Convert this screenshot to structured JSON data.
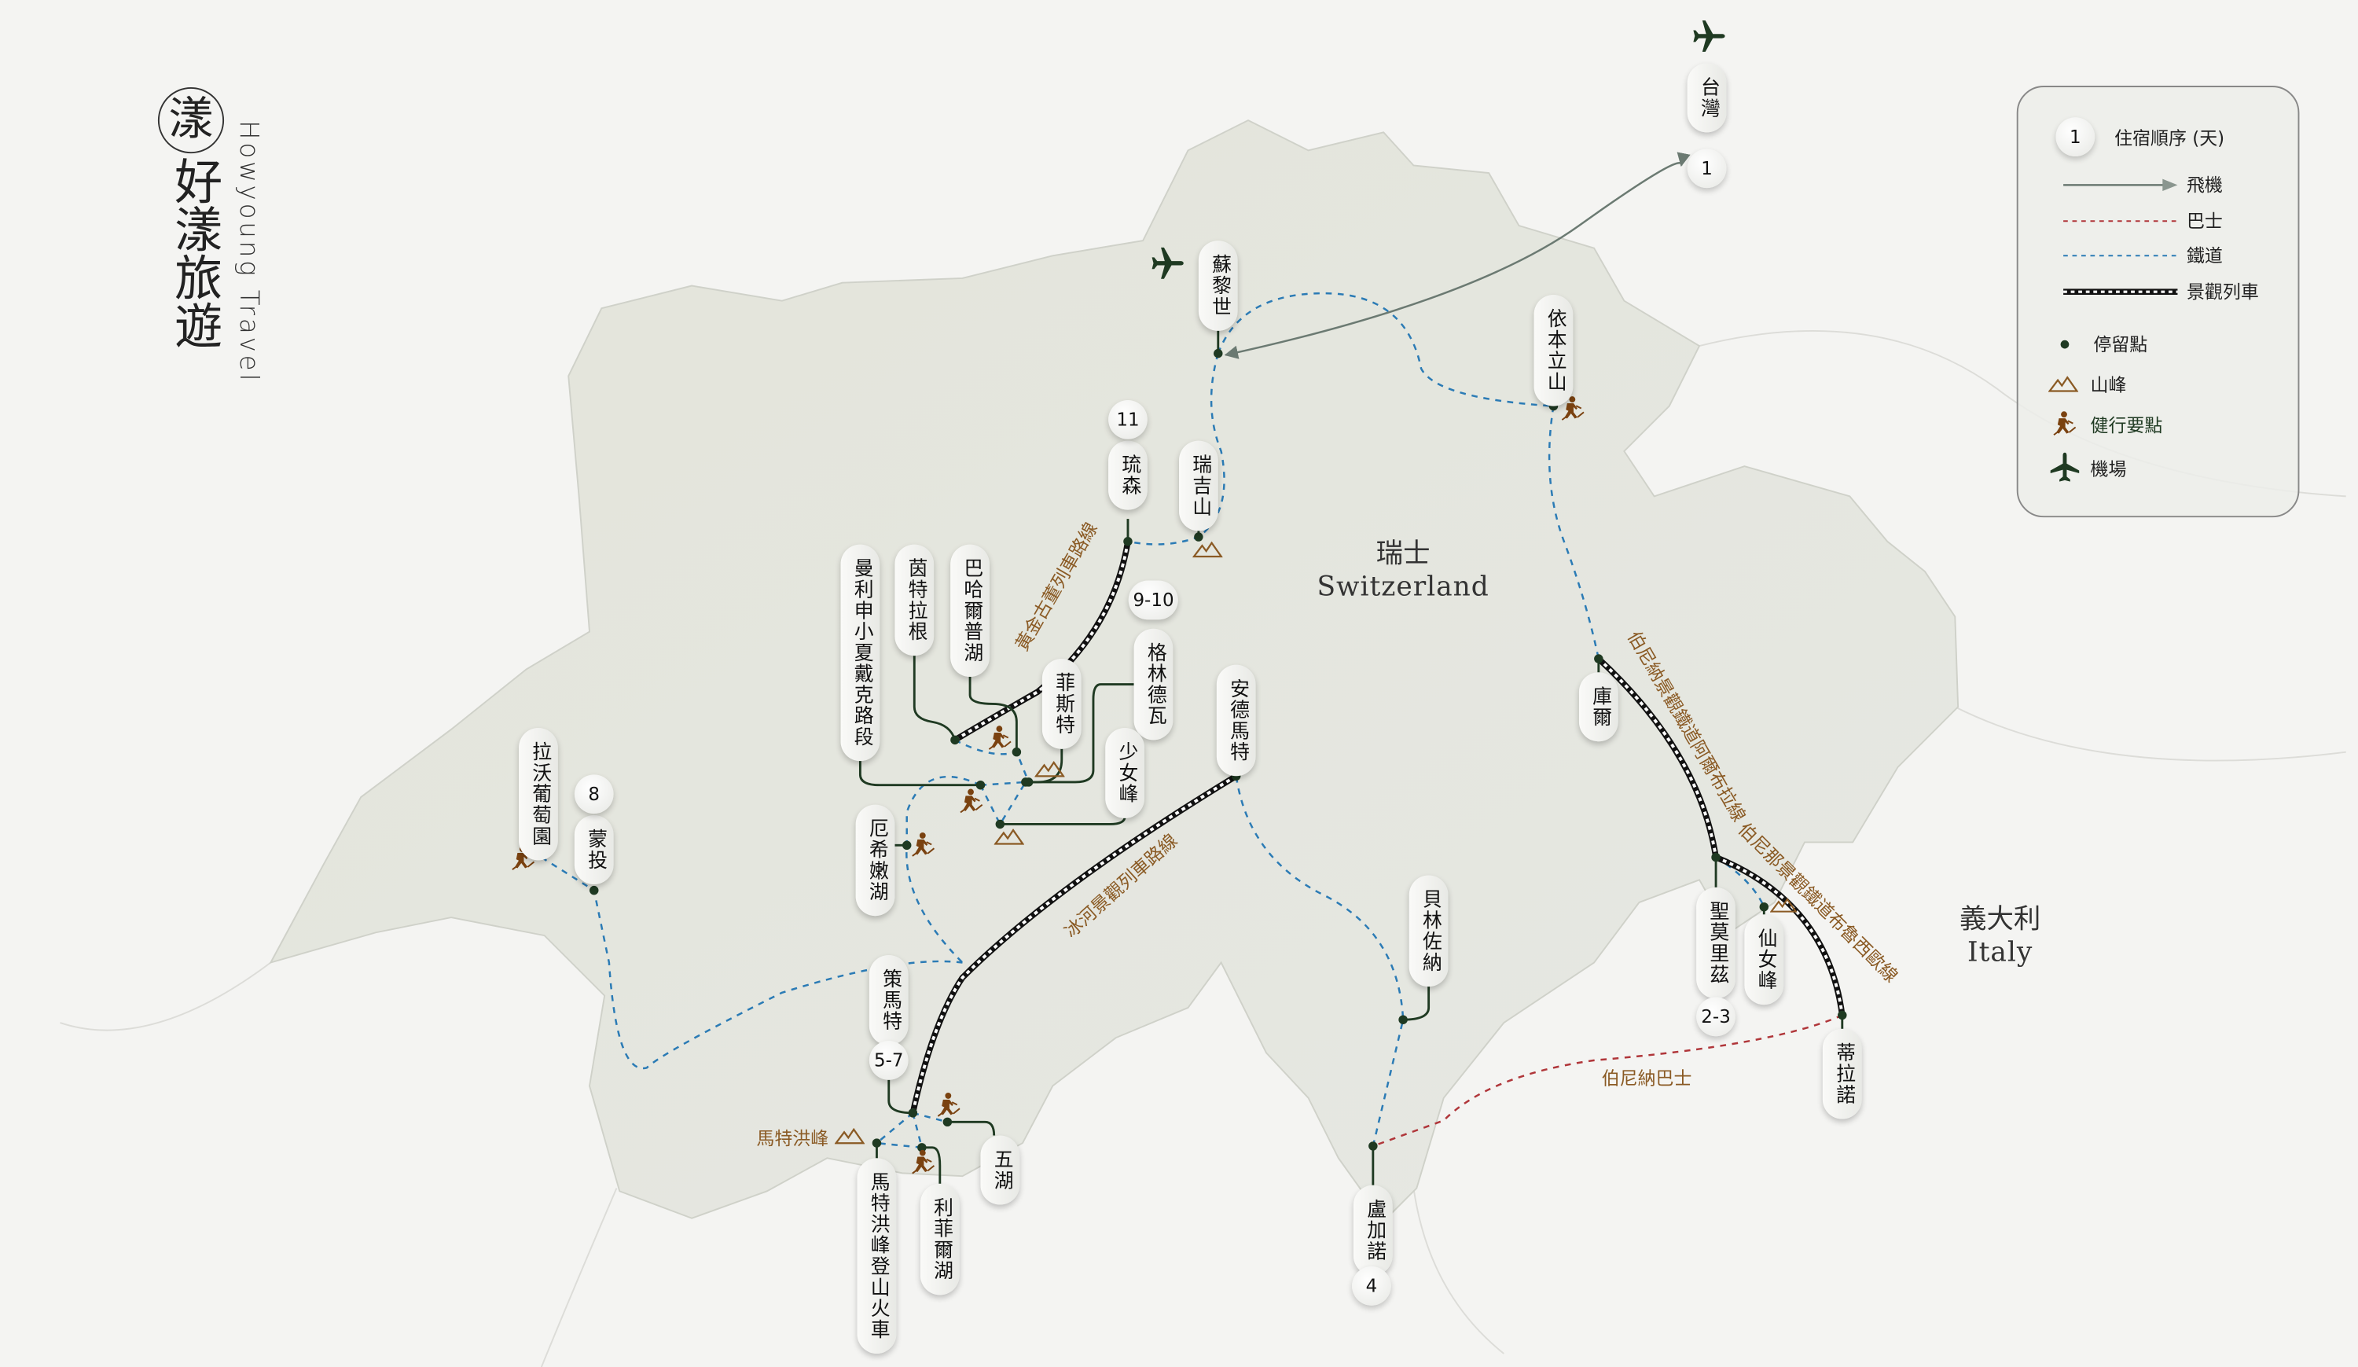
{
  "logo": {
    "mark": "漾",
    "name_zh": "好漾旅遊",
    "name_en": "Howyoung Travel"
  },
  "countries": {
    "switzerland": {
      "zh": "瑞士",
      "en": "Switzerland"
    },
    "italy": {
      "zh": "義大利",
      "en": "Italy"
    }
  },
  "legend": {
    "sample_number": "1",
    "stay_order": "住宿順序 (天)",
    "plane": "飛機",
    "bus": "巴士",
    "rail": "鐵道",
    "scenic_train": "景觀列車",
    "stop": "停留點",
    "peak": "山峰",
    "hike": "健行要點",
    "airport": "機場"
  },
  "places": {
    "taiwan": "台灣",
    "zurich": "蘇黎世",
    "ebenalp": "依本立山",
    "chur": "庫爾",
    "st_moritz": "聖莫里茲",
    "diavolezza": "仙女峰",
    "tirano": "蒂拉諾",
    "lugano": "盧加諾",
    "bellinzona": "貝林佐納",
    "andermatt": "安德馬特",
    "lucerne": "琉森",
    "rigi": "瑞吉山",
    "interlaken": "茵特拉根",
    "bachalpsee": "巴哈爾普湖",
    "first": "菲斯特",
    "grindelwald": "格林德瓦",
    "maennlichen": "曼利申小夏戴克路段",
    "jungfrau": "少女峰",
    "oeschinensee": "厄希嫩湖",
    "zermatt": "策馬特",
    "five_lakes": "五湖",
    "riffelsee": "利菲爾湖",
    "gornergrat": "馬特洪峰登山火車",
    "matterhorn": "馬特洪峰",
    "montreux": "蒙投",
    "lavaux": "拉沃葡萄園"
  },
  "stay_numbers": {
    "taiwan": "1",
    "lucerne": "11",
    "grindelwald": "9-10",
    "st_moritz": "2-3",
    "lugano": "4",
    "zermatt": "5-7",
    "montreux": "8"
  },
  "route_labels": {
    "golden_pass": "黃金古董列車路線",
    "glacier_express": "冰河景觀列車路線",
    "bernina_albula": "伯尼納景觀鐵道阿爾布拉線",
    "bernina_brusio": "伯尼那景觀鐵道布魯西歐線",
    "bernina_bus": "伯尼納巴士"
  },
  "colors": {
    "rail": "#2b7bb5",
    "bus": "#b0363a",
    "plane": "#6b7a72",
    "stop": "#1f3a22",
    "peak": "#8a5a24",
    "hike": "#7a4210",
    "airport": "#1f3a22",
    "land": "#e4e5dd"
  }
}
